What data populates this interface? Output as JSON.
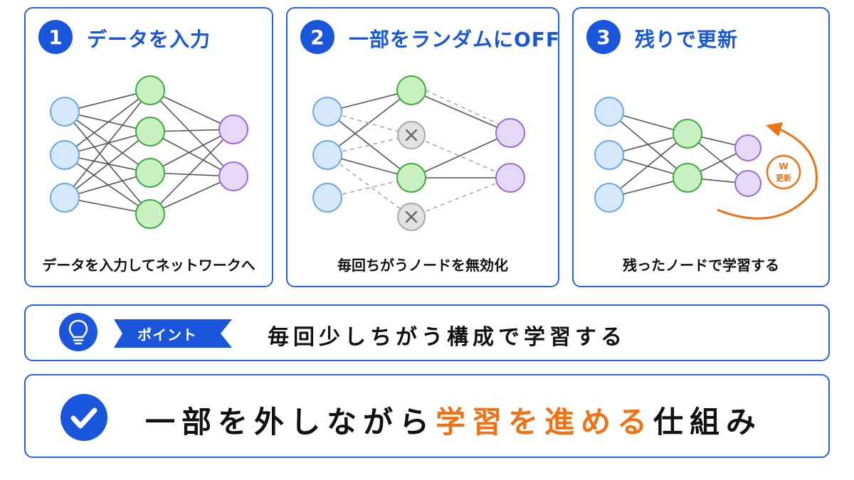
{
  "colors": {
    "accent": "#1a56db",
    "border": "#2563eb",
    "input_fill": "#d6e8fb",
    "input_stroke": "#6aa7ea",
    "hidden_fill": "#c9f0c0",
    "hidden_stroke": "#3cab3c",
    "output_fill": "#e6d9f7",
    "output_stroke": "#9a6ad6",
    "dropped_fill": "#e2e2e2",
    "dropped_stroke": "#a7a7a7",
    "highlight": "#f07216"
  },
  "steps": [
    {
      "number": "1",
      "title": "データを入力",
      "caption": "データを入力してネットワークへ"
    },
    {
      "number": "2",
      "title": "一部をランダムにOFF",
      "caption": "毎回ちがうノードを無効化"
    },
    {
      "number": "3",
      "title": "残りで更新",
      "caption": "残ったノードで学習する"
    }
  ],
  "update_label": {
    "line1": "W",
    "line2": "更新"
  },
  "point": {
    "tag": "ポイント",
    "text": "毎回少しちがう構成で学習する"
  },
  "summary": {
    "before": "一部を外しながら",
    "highlight": "学習を進める",
    "after": "仕組み"
  }
}
